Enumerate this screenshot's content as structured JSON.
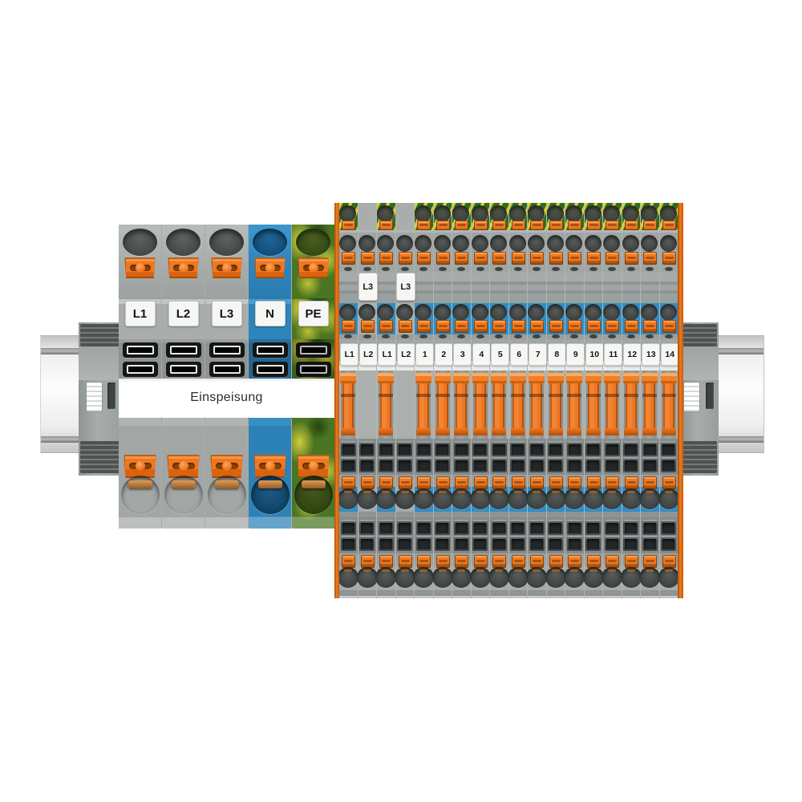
{
  "product_scene": {
    "feed_group": {
      "strip_label": "Einspeisung",
      "columns": [
        {
          "label": "L1",
          "color_key": "gray"
        },
        {
          "label": "L2",
          "color_key": "gray"
        },
        {
          "label": "L3",
          "color_key": "gray"
        },
        {
          "label": "N",
          "color_key": "blue"
        },
        {
          "label": "PE",
          "color_key": "pe"
        }
      ]
    },
    "distribution_group": {
      "upper_marker_labels": [
        "L3",
        "L3"
      ],
      "columns": [
        {
          "label": "L1",
          "variant": "full",
          "marker": ""
        },
        {
          "label": "L2",
          "variant": "reduced",
          "marker": "L3"
        },
        {
          "label": "L1",
          "variant": "full",
          "marker": ""
        },
        {
          "label": "L2",
          "variant": "reduced",
          "marker": "L3"
        },
        {
          "label": "1",
          "variant": "full",
          "marker": ""
        },
        {
          "label": "2",
          "variant": "full",
          "marker": ""
        },
        {
          "label": "3",
          "variant": "full",
          "marker": ""
        },
        {
          "label": "4",
          "variant": "full",
          "marker": ""
        },
        {
          "label": "5",
          "variant": "full",
          "marker": ""
        },
        {
          "label": "6",
          "variant": "full",
          "marker": ""
        },
        {
          "label": "7",
          "variant": "full",
          "marker": ""
        },
        {
          "label": "8",
          "variant": "full",
          "marker": ""
        },
        {
          "label": "9",
          "variant": "full",
          "marker": ""
        },
        {
          "label": "10",
          "variant": "full",
          "marker": ""
        },
        {
          "label": "11",
          "variant": "full",
          "marker": ""
        },
        {
          "label": "12",
          "variant": "full",
          "marker": ""
        },
        {
          "label": "13",
          "variant": "full",
          "marker": ""
        },
        {
          "label": "14",
          "variant": "full",
          "marker": ""
        }
      ]
    },
    "colors": {
      "lever_orange": "#ef7722",
      "end_plate_orange": "#ef7a1e",
      "neutral_blue": "#2d83b9",
      "blue_level": "#2f8dc4",
      "block_gray": "#a6abaa",
      "pe_green": "#4a7522",
      "pe_yellow": "#d8d03c",
      "marker_white": "#f6f6f4",
      "marker_text": "#141414",
      "background": "#ffffff"
    }
  }
}
